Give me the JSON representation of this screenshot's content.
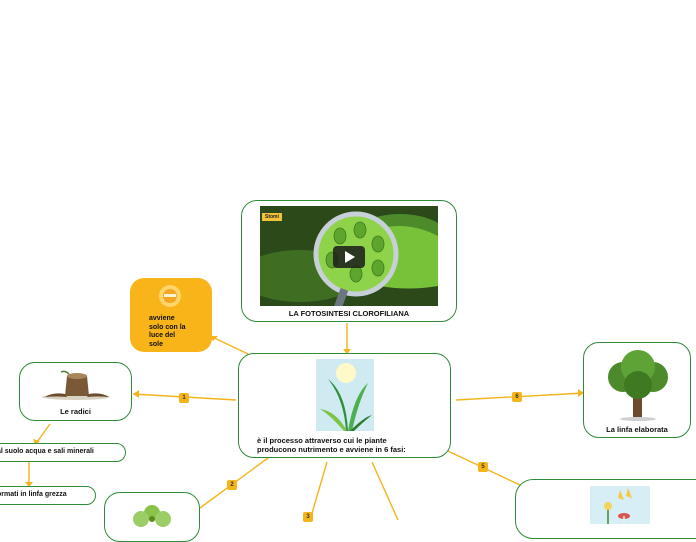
{
  "video": {
    "caption": "LA FOTOSINTESI CLOROFILIANA",
    "tag": "Stomi"
  },
  "central": {
    "text_line1": "è il processo attraverso cui le piante",
    "text_line2": "producono nutrimento e avviene in 6 fasi:"
  },
  "sun_note": {
    "lines": [
      "avviene",
      "solo con la",
      "luce del",
      "sole"
    ]
  },
  "branches": {
    "roots": {
      "label": "Le radici",
      "num": "1"
    },
    "branch2": {
      "num": "2"
    },
    "branch3": {
      "num": "3"
    },
    "branch5": {
      "num": "5"
    },
    "sap": {
      "label": "La linfa elaborata",
      "num": "6"
    }
  },
  "sub_items": {
    "water": "al suolo acqua e sali minerali",
    "raw_sap": "ormati in linfa grezza"
  },
  "colors": {
    "border": "#2e8b3a",
    "line": "#f4b41a",
    "note_bg": "#f8b418"
  }
}
